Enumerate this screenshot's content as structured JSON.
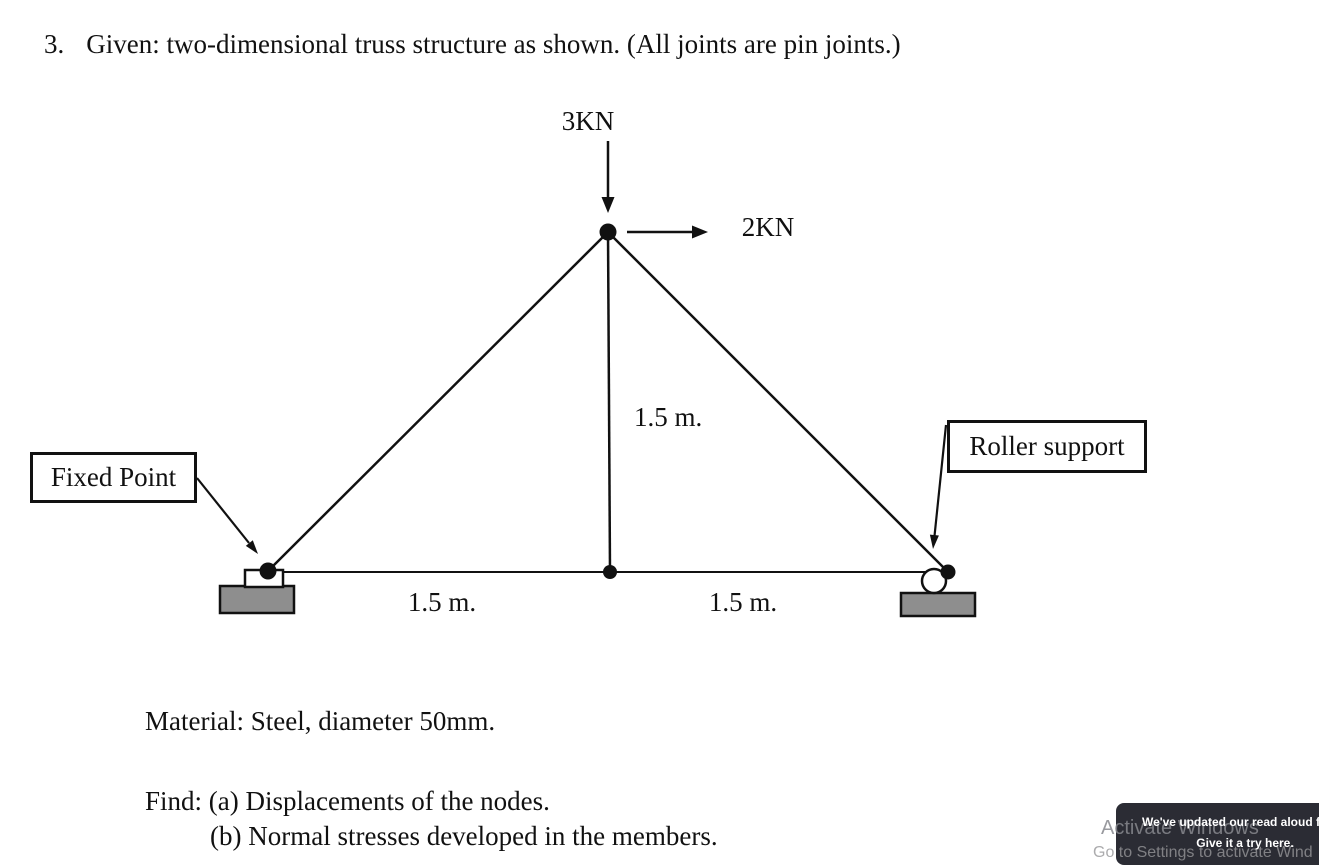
{
  "page": {
    "problem_number": "3.",
    "given_text": "Given: two-dimensional truss structure as shown. (All joints are pin joints.)",
    "material_text": "Material: Steel, diameter 50mm.",
    "find_label": "Find:",
    "find_items": [
      "(a) Displacements of the nodes.",
      "(b) Normal stresses developed in the members."
    ]
  },
  "diagram": {
    "loads": {
      "vertical_load": "3KN",
      "horizontal_load": "2KN"
    },
    "dimensions": {
      "height": "1.5 m.",
      "left_span": "1.5 m.",
      "right_span": "1.5 m."
    },
    "supports": {
      "fixed_label": "Fixed Point",
      "roller_label": "Roller support"
    },
    "colors": {
      "line": "#111111",
      "support_fill": "#8e8e8e"
    }
  },
  "overlay": {
    "tooltip": {
      "line1": "We've updated our read aloud feat",
      "line2": "Give it a try here.",
      "bg": "#2b2c34",
      "text_color": "#ffffff"
    },
    "watermark": {
      "line1": "Activate Windows",
      "line2": "Go to Settings to activate Wind",
      "color": "#87888e"
    }
  }
}
